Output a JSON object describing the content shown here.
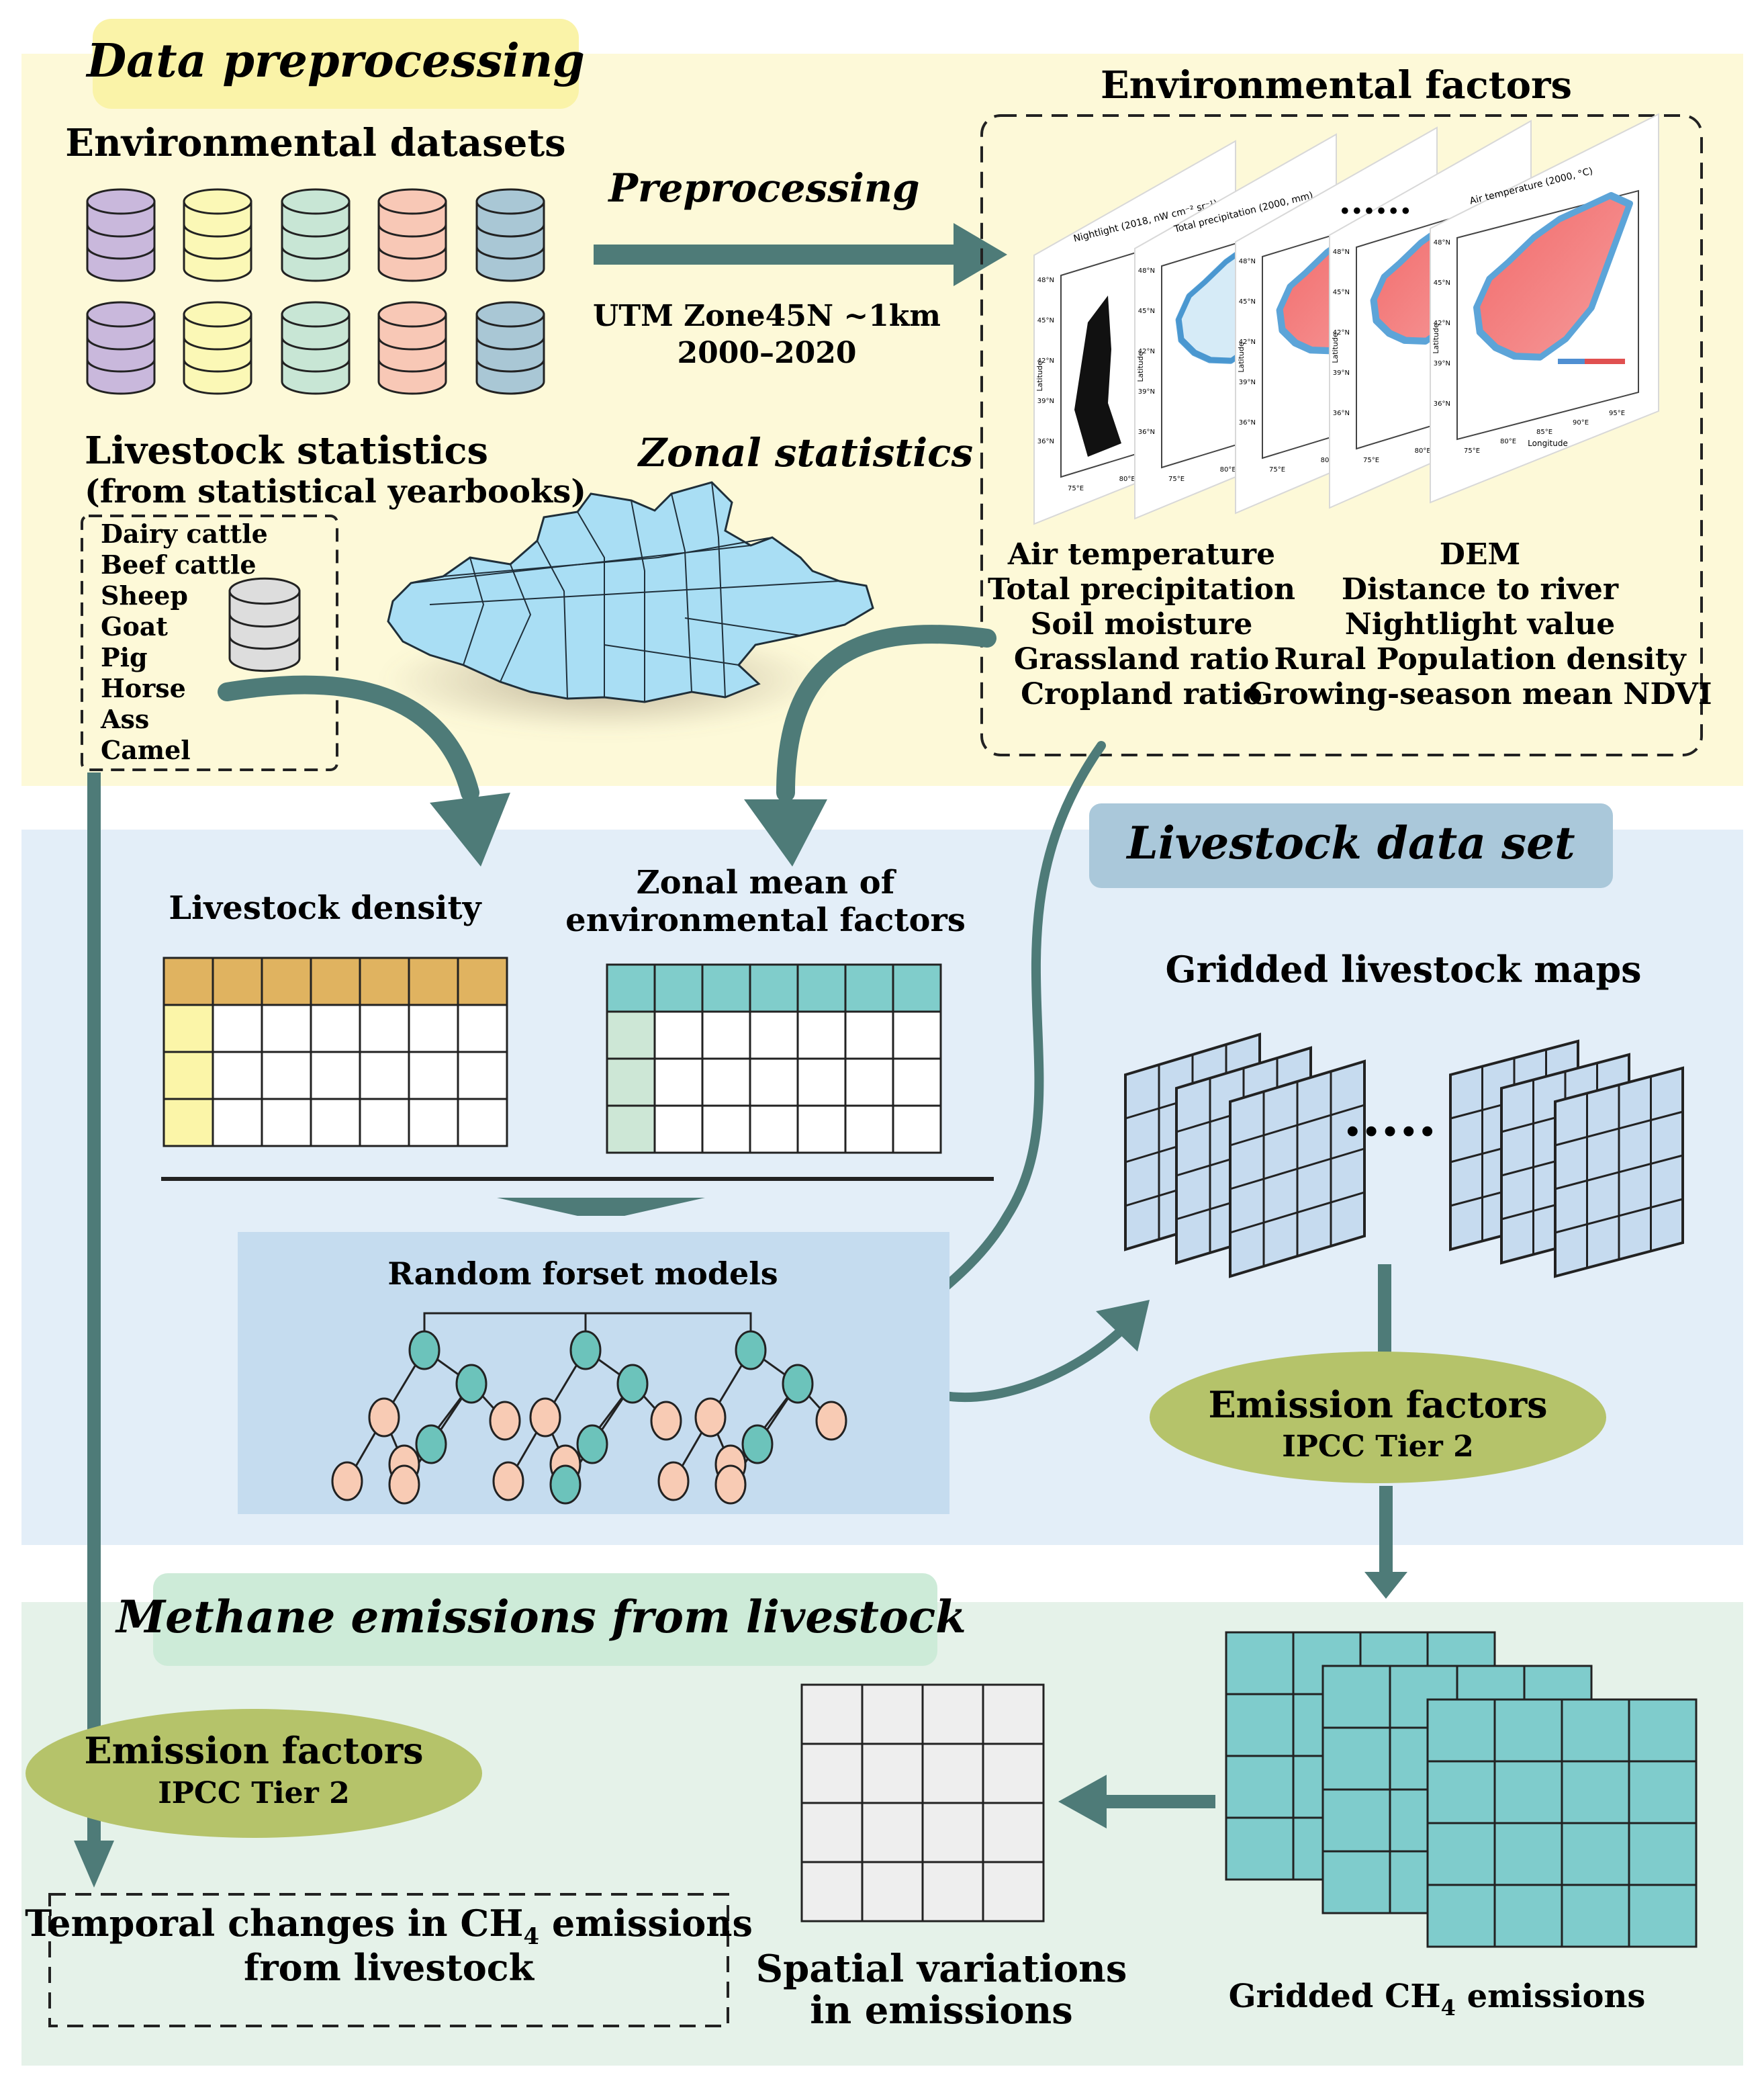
{
  "sections": {
    "preprocessing": {
      "title": "Data preprocessing",
      "env_datasets_label": "Environmental datasets",
      "preprocessing_label": "Preprocessing",
      "projection": "UTM Zone45N ~1km",
      "period": "2000–2020",
      "livestock_statistics_label": "Livestock statistics",
      "livestock_statistics_source": "(from statistical yearbooks)",
      "livestock_types": [
        "Dairy cattle",
        "Beef cattle",
        "Sheep",
        "Goat",
        "Pig",
        "Horse",
        "Ass",
        "Camel"
      ],
      "zonal_statistics_label": "Zonal statistics",
      "env_factors_title": "Environmental factors",
      "env_factors_left": [
        "Air temperature",
        "Total precipitation",
        "Soil moisture",
        "Grassland ratio",
        "Cropland ratio"
      ],
      "env_factors_right": [
        "DEM",
        "Distance to river",
        "Nightlight value",
        "Rural Population density",
        "Growing-season mean NDVI"
      ],
      "map_panels": {
        "ellipsis": "......",
        "titles": [
          "Nightlight (2018, nW cm⁻² sr⁻¹)",
          "Total precipitation (2000, mm)",
          "",
          "",
          "Air temperature (2000, °C)"
        ],
        "axis_latitude": "Latitude",
        "axis_longitude": "Longitude",
        "lat_ticks": [
          "48°N",
          "45°N",
          "42°N",
          "39°N",
          "36°N"
        ],
        "lon_ticks": [
          "75°E",
          "80°E",
          "85°E",
          "90°E",
          "95°E"
        ]
      }
    },
    "dataset": {
      "title": "Livestock data set",
      "livestock_density_label": "Livestock density",
      "zonal_mean_label_1": "Zonal mean of",
      "zonal_mean_label_2": "environmental factors",
      "rf_label": "Random forset models",
      "gridded_maps_label": "Gridded livestock maps",
      "dots": "·····",
      "emission_factors_title": "Emission factors",
      "emission_factors_sub": "IPCC Tier 2"
    },
    "methane": {
      "title": "Methane emissions from livestock",
      "emission_factors_title": "Emission factors",
      "emission_factors_sub": "IPCC Tier 2",
      "temporal_line1_pre": "Temporal changes in CH",
      "temporal_line1_sub": "4",
      "temporal_line1_post": " emissions",
      "temporal_line2": "from livestock",
      "spatial_line1": "Spatial variations",
      "spatial_line2": "in emissions",
      "gridded_ch4_pre": "Gridded CH",
      "gridded_ch4_sub": "4",
      "gridded_ch4_post": " emissions"
    }
  },
  "colors": {
    "yellow_bg": "#fdf9d8",
    "yellow_tag": "#faf3a8",
    "blue_bg": "#e3eef8",
    "blue_tag": "#aac8da",
    "green_bg": "#e5f2e9",
    "green_tag": "#cdebd8",
    "arrow": "#4e7b78",
    "olive": "#b5c36a",
    "teal_grid": "#7fcccc",
    "rf_box": "#c5dcef",
    "cyl_purple": "#c9b8dc",
    "cyl_yellow": "#fbf8b6",
    "cyl_green": "#c8e6d5",
    "cyl_salmon": "#f8c8b6",
    "cyl_blue": "#a9c7d5",
    "cyl_gray": "#dddddd",
    "map_fill": "#a9def4",
    "table_orange": "#e0b360",
    "table_yellow": "#fbf5a8",
    "table_teal": "#80cdcb",
    "table_green": "#cde7d6",
    "node_teal": "#6cc3bb",
    "node_peach": "#f8cbb4",
    "grid_blue": "#c6dbef",
    "grid_gray": "#eeeeee"
  }
}
